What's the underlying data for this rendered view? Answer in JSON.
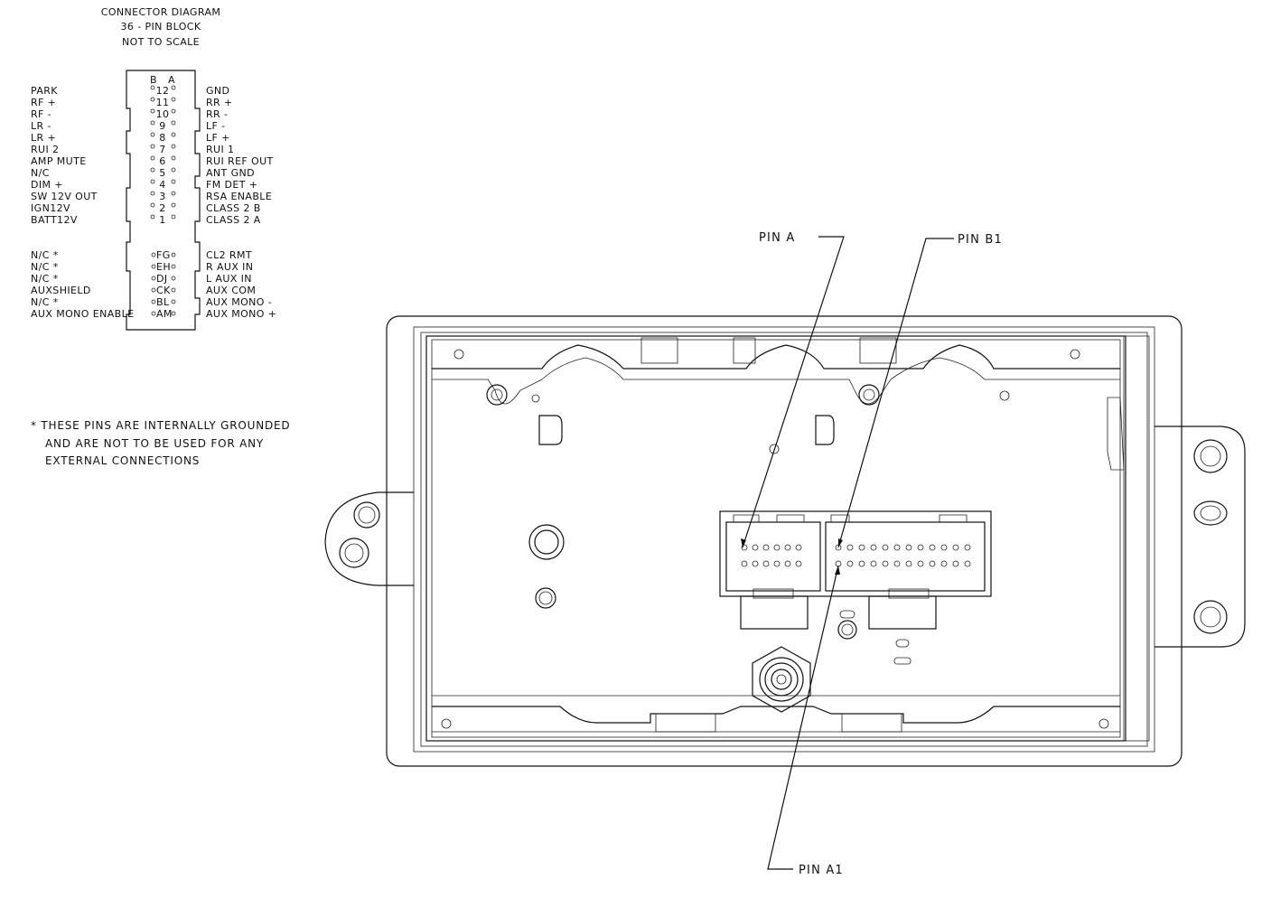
{
  "header": {
    "line1": "CONNECTOR DIAGRAM",
    "line2": "36 - PIN BLOCK",
    "line3": "NOT TO SCALE"
  },
  "connector": {
    "col_b": "B",
    "col_a": "A",
    "left_labels": [
      "PARK",
      "RF  +",
      "RF  -",
      "LR  -",
      "LR  +",
      "RUI 2",
      "AMP MUTE",
      "N/C",
      "DIM +",
      "SW 12V OUT",
      "IGN12V",
      "BATT12V"
    ],
    "pin_numbers": [
      "12",
      "11",
      "10",
      "9",
      "8",
      "7",
      "6",
      "5",
      "4",
      "3",
      "2",
      "1"
    ],
    "right_labels": [
      "GND",
      "RR  +",
      "RR  -",
      "LF  -",
      "LF  +",
      "RUI 1",
      "RUI REF OUT",
      "ANT GND",
      "FM DET +",
      "RSA ENABLE",
      "CLASS 2 B",
      "CLASS 2 A"
    ],
    "lower_left_labels": [
      "N/C  *",
      "N/C  *",
      "N/C  *",
      "AUXSHIELD",
      "N/C  *",
      "AUX MONO ENABLE"
    ],
    "lower_pin_letters": [
      "FG",
      "EH",
      "DJ",
      "CK",
      "BL",
      "AM"
    ],
    "lower_right_labels": [
      "CL2 RMT",
      "R AUX IN",
      "L AUX IN",
      "AUX COM",
      "AUX MONO -",
      "AUX MONO +"
    ]
  },
  "note": {
    "line1": "* THESE PINS ARE INTERNALLY GROUNDED",
    "line2": "AND ARE NOT TO BE USED FOR ANY",
    "line3": "EXTERNAL CONNECTIONS"
  },
  "callouts": {
    "pin_a": "PIN A",
    "pin_b1": "PIN B1",
    "pin_a1": "PIN A1"
  }
}
